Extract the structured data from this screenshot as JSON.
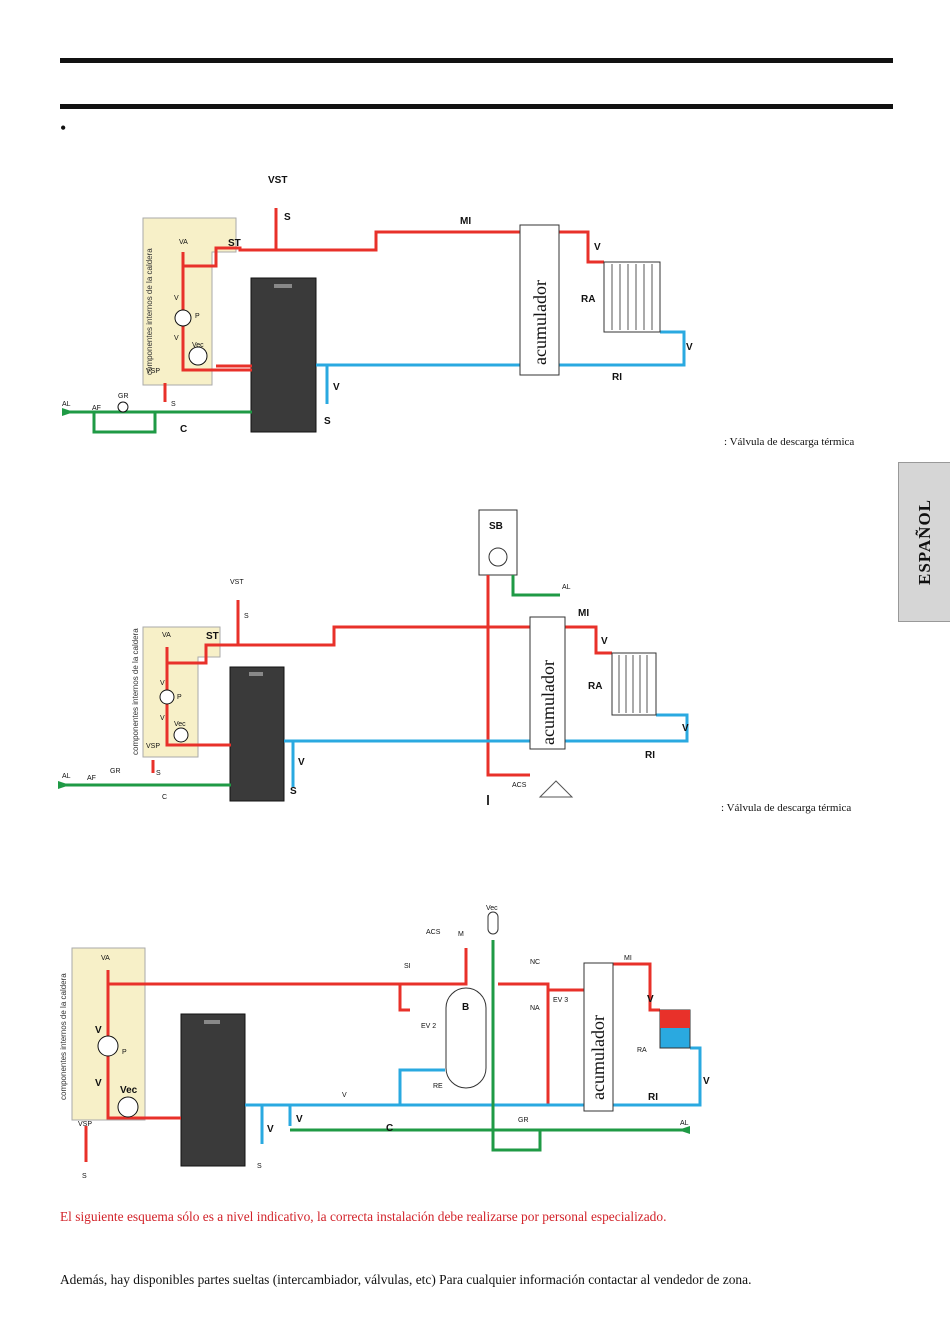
{
  "side_tab": "ESPAÑOL",
  "bullet": "•",
  "diagrams": [
    {
      "labels": {
        "vst": "VST",
        "s": "S",
        "mi": "MI",
        "va": "VA",
        "st": "ST",
        "v": "V",
        "p": "P",
        "vec": "Vec",
        "vsp": "VSP",
        "al": "AL",
        "af": "AF",
        "gr": "GR",
        "c": "C",
        "ra": "RA",
        "ri": "RI",
        "accumulator": "acumulador",
        "internal": "componentes internos de la caldera"
      },
      "caption": ": Válvula de descarga térmica"
    },
    {
      "labels": {
        "vst": "VST",
        "s": "S",
        "mi": "MI",
        "va": "VA",
        "st": "ST",
        "v": "V",
        "p": "P",
        "vec": "Vec",
        "vsp": "VSP",
        "al": "AL",
        "af": "AF",
        "gr": "GR",
        "c": "C",
        "ra": "RA",
        "ri": "RI",
        "sb": "SB",
        "acs": "ACS",
        "accumulator": "acumulador",
        "internal": "componentes internos de la caldera"
      },
      "caption": ": Válvula de descarga térmica"
    },
    {
      "labels": {
        "va": "VA",
        "v": "V",
        "p": "P",
        "vec": "Vec",
        "vsp": "VSP",
        "s": "S",
        "c": "C",
        "si": "SI",
        "acs": "ACS",
        "m": "M",
        "ev2": "EV 2",
        "ev3": "EV 3",
        "b": "B",
        "re": "RE",
        "nc": "NC",
        "na": "NA",
        "mi": "MI",
        "ra": "RA",
        "ri": "RI",
        "gr": "GR",
        "al": "AL",
        "accumulator": "acumulador",
        "internal": "componentes internos de la caldera"
      }
    }
  ],
  "notes": {
    "warning": "El siguiente esquema sólo es a nivel indicativo, la correcta instalación debe realizarse por personal especializado.",
    "info": "Además, hay disponibles partes sueltas (intercambiador, válvulas, etc) Para cualquier información contactar al vendedor de zona."
  },
  "colors": {
    "hot": "#e8312a",
    "cold": "#2aa9e0",
    "supply": "#1f9a45",
    "panel": "#f7f0c8"
  }
}
